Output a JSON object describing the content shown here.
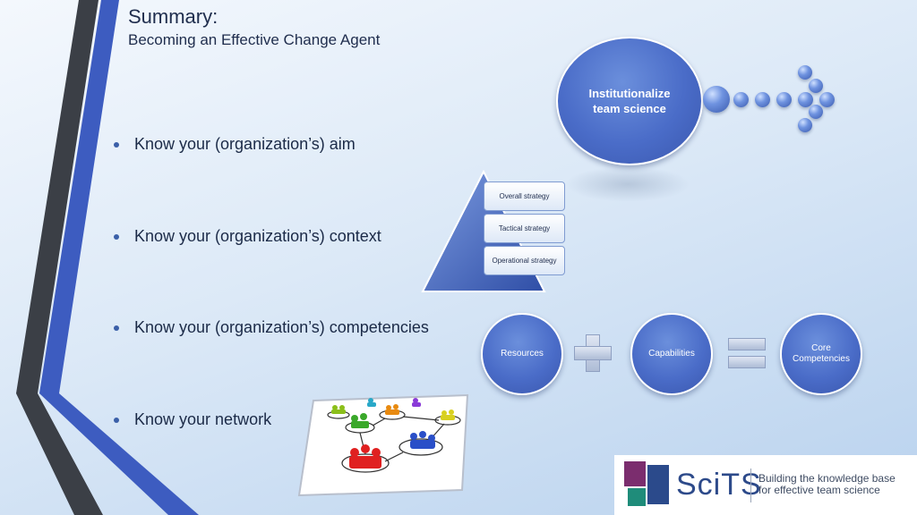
{
  "title": "Summary:",
  "subtitle": "Becoming an Effective Change Agent",
  "bullets": [
    "Know your (organization’s) aim",
    "Know your (organization’s) context",
    "Know your (organization’s) competencies",
    "Know your network"
  ],
  "aim_circle": {
    "line1": "Institutionalize",
    "line2": "team science"
  },
  "pyramid": {
    "levels": [
      "Overall strategy",
      "Tactical strategy",
      "Operational strategy"
    ]
  },
  "equation": {
    "resources": "Resources",
    "capabilities": "Capabilities",
    "core_line1": "Core",
    "core_line2": "Competencies"
  },
  "logo": {
    "name": "SciTS",
    "tagline_line1": "Building the knowledge base",
    "tagline_line2": "for effective team science"
  },
  "colors": {
    "accent": "#4a6cc8",
    "stripe_dark": "#3b3f46",
    "stripe_blue": "#3d5cc0"
  },
  "icons": [
    "network-people-icon",
    "plus-icon",
    "equals-icon",
    "arrow-of-spheres-icon"
  ]
}
